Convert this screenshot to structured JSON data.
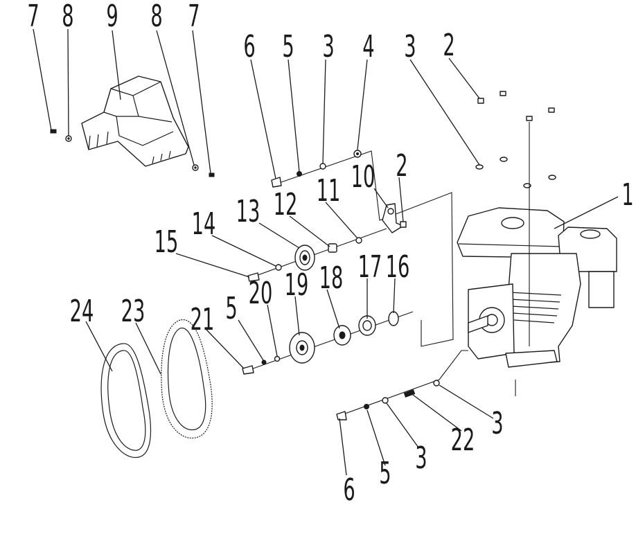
{
  "diagram": {
    "type": "exploded-parts-view",
    "callouts": {
      "c7a": "7",
      "c8a": "8",
      "c9": "9",
      "c8b": "8",
      "c7b": "7",
      "c6a": "6",
      "c5a": "5",
      "c3a": "3",
      "c4": "4",
      "c3b": "3",
      "c2a": "2",
      "c10": "10",
      "c2b": "2",
      "c11": "11",
      "c12": "12",
      "c13": "13",
      "c14": "14",
      "c15": "15",
      "c1": "1",
      "c18": "18",
      "c17": "17",
      "c16": "16",
      "c19": "19",
      "c20": "20",
      "c5b": "5",
      "c21": "21",
      "c24": "24",
      "c23": "23",
      "c3c": "3",
      "c22": "22",
      "c3d": "3",
      "c5c": "5",
      "c6b": "6"
    }
  }
}
